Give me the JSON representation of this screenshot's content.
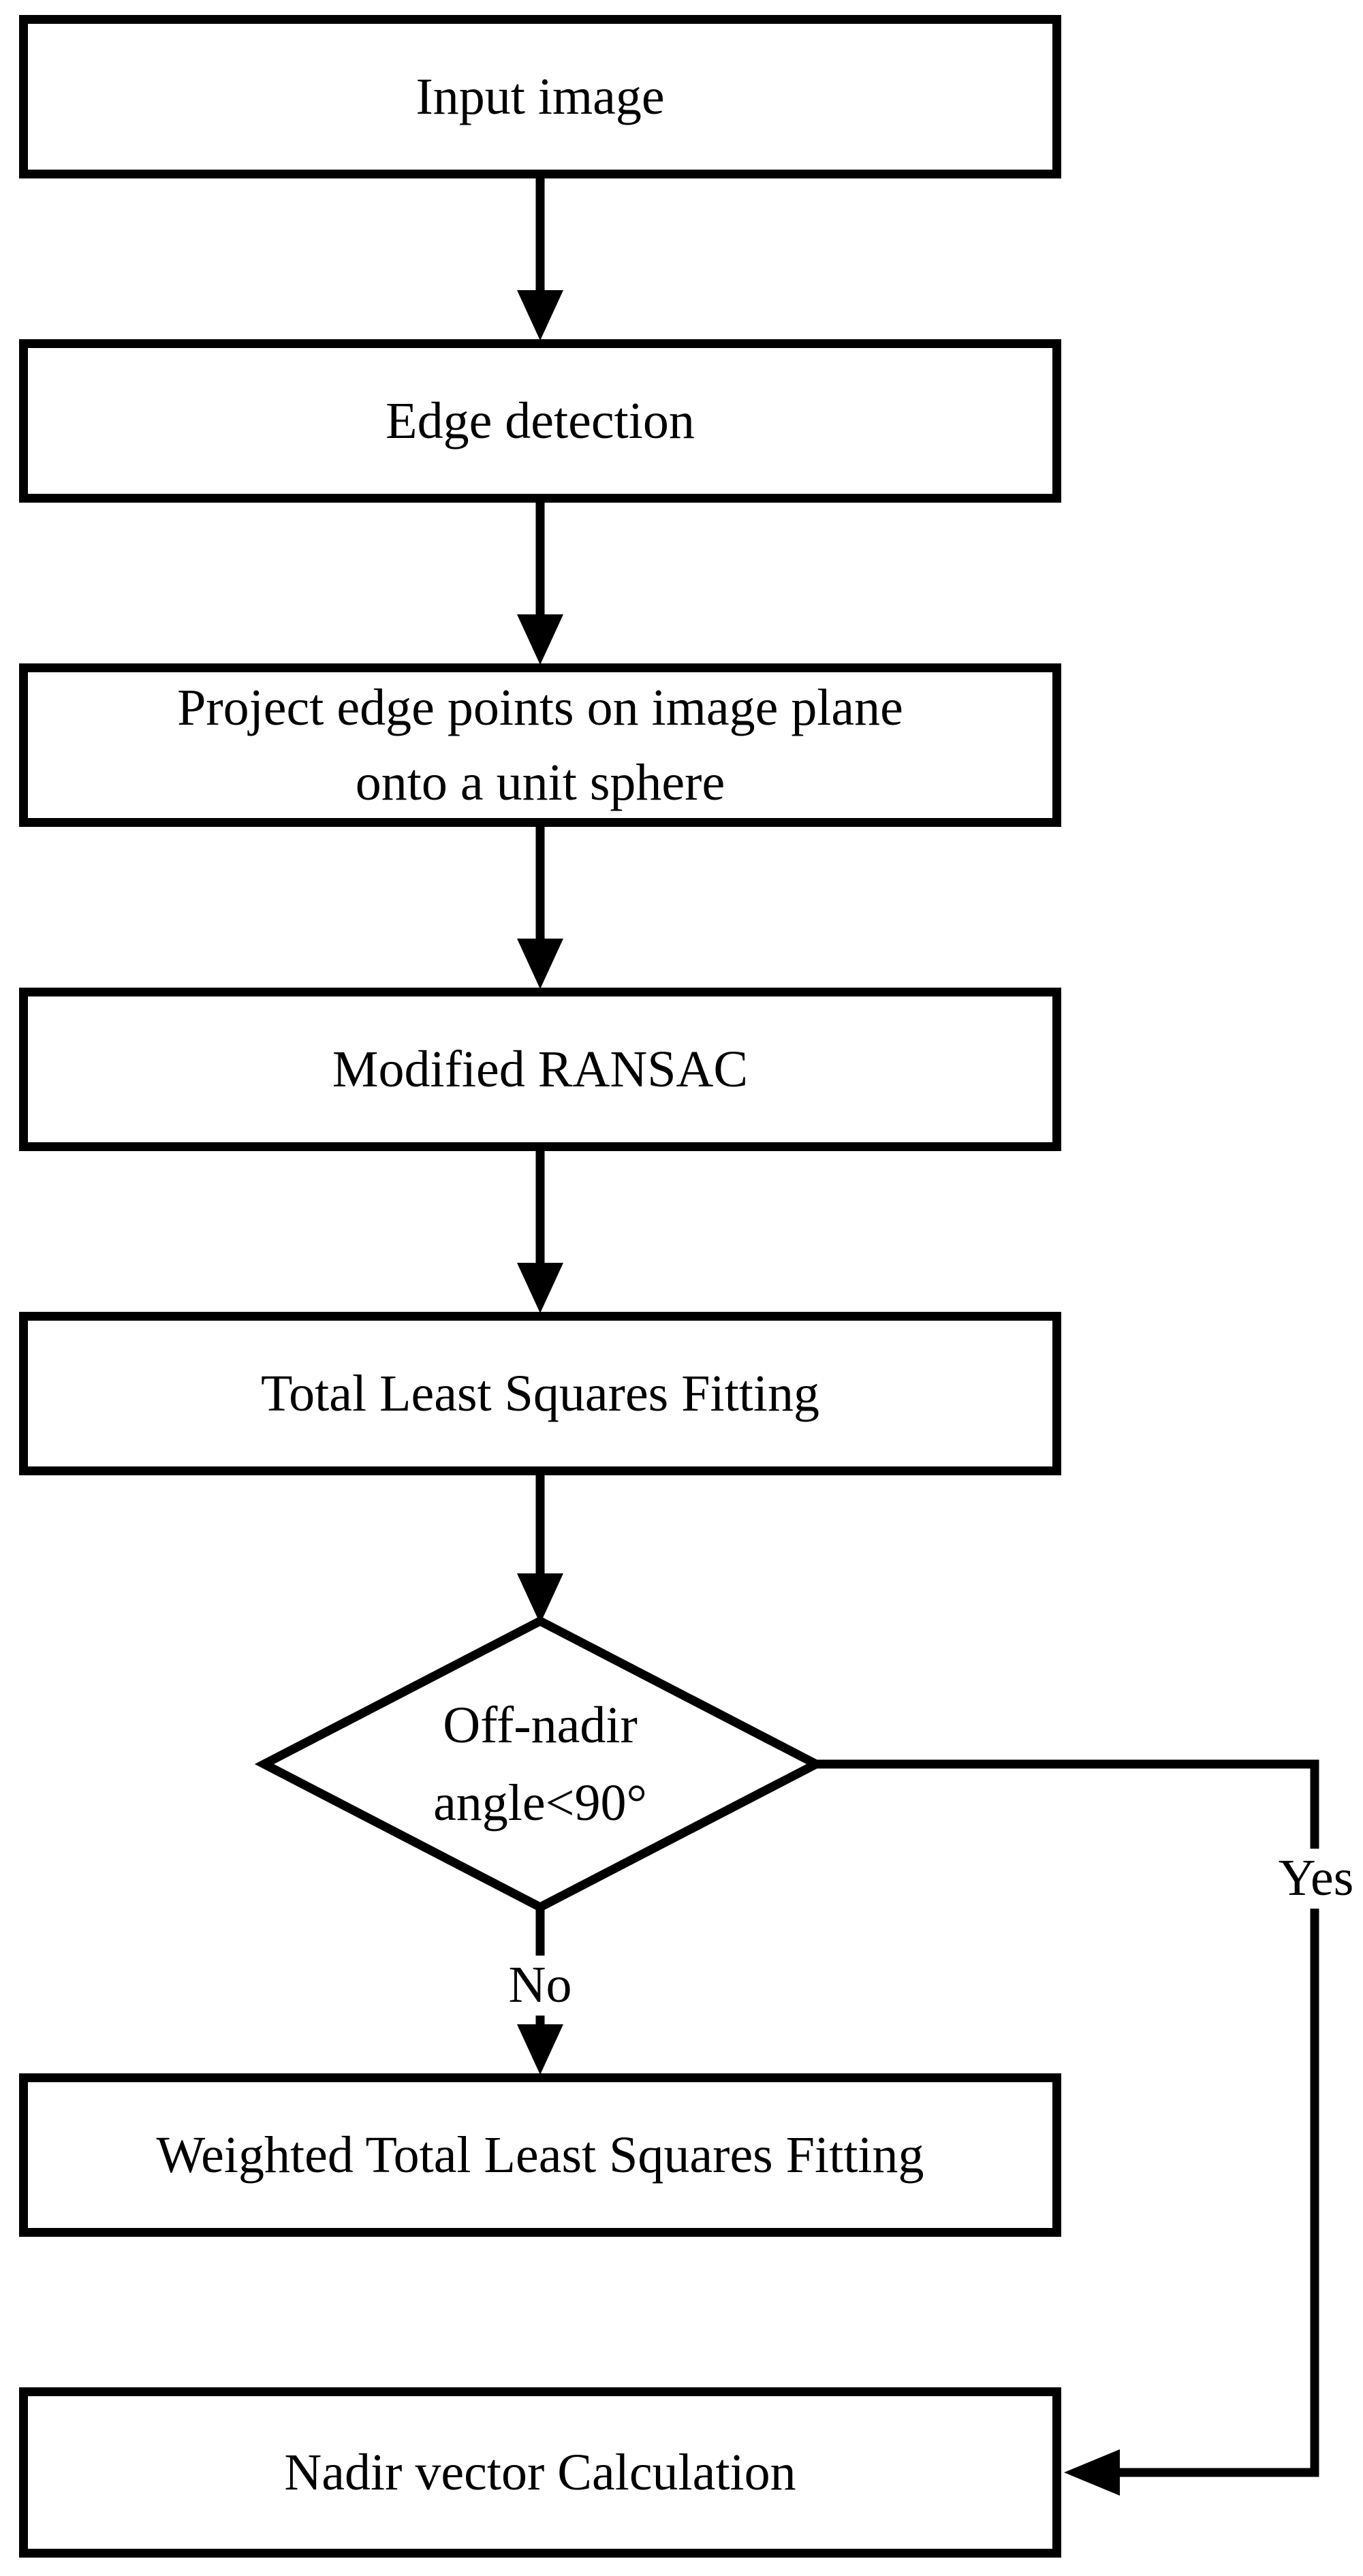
{
  "diagram": {
    "type": "flowchart",
    "colors": {
      "stroke": "#000000",
      "fill": "#ffffff",
      "background": "#ffffff"
    },
    "nodes": {
      "input_image": {
        "label": "Input image",
        "shape": "rect"
      },
      "edge_detection": {
        "label": "Edge detection",
        "shape": "rect"
      },
      "project_sphere": {
        "line1": "Project edge points on image plane",
        "line2": "onto a unit sphere",
        "shape": "rect"
      },
      "modified_ransac": {
        "label": "Modified RANSAC",
        "shape": "rect"
      },
      "total_least_squares": {
        "label": "Total Least Squares Fitting",
        "shape": "rect"
      },
      "decision_off_nadir": {
        "line1": "Off-nadir",
        "line2": "angle<90°",
        "shape": "diamond"
      },
      "weighted_tls": {
        "label": "Weighted Total Least Squares Fitting",
        "shape": "rect"
      },
      "nadir_vector": {
        "label": "Nadir vector Calculation",
        "shape": "rect"
      }
    },
    "edge_labels": {
      "no": "No",
      "yes": "Yes"
    },
    "edges": [
      {
        "from": "input_image",
        "to": "edge_detection",
        "label": ""
      },
      {
        "from": "edge_detection",
        "to": "project_sphere",
        "label": ""
      },
      {
        "from": "project_sphere",
        "to": "modified_ransac",
        "label": ""
      },
      {
        "from": "modified_ransac",
        "to": "total_least_squares",
        "label": ""
      },
      {
        "from": "total_least_squares",
        "to": "decision_off_nadir",
        "label": ""
      },
      {
        "from": "decision_off_nadir",
        "to": "weighted_tls",
        "label": "No"
      },
      {
        "from": "decision_off_nadir",
        "to": "nadir_vector",
        "label": "Yes"
      }
    ]
  }
}
